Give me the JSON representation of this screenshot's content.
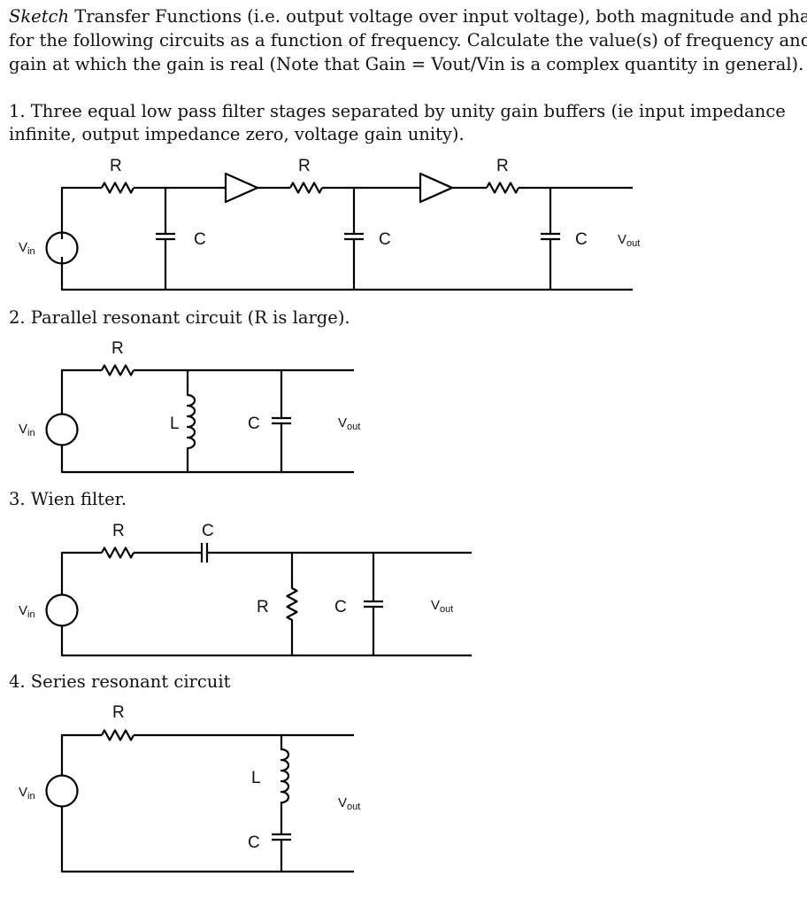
{
  "intro": {
    "emph": "Sketch",
    "line1_rest": " Transfer Functions (i.e. output voltage over input voltage), both magnitude and phase,",
    "line2": "for the following circuits as a function of frequency.  Calculate the value(s) of frequency and",
    "line3": "gain at which the gain is real (Note that Gain = Vout/Vin is a complex quantity in general)."
  },
  "problems": [
    {
      "title_line1": "1. Three equal low pass filter stages separated by unity gain buffers (ie input impedance",
      "title_line2": "infinite, output impedance zero, voltage gain unity)."
    },
    {
      "title_line1": "2. Parallel resonant circuit (R is large)."
    },
    {
      "title_line1": "3. Wien filter."
    },
    {
      "title_line1": "4. Series resonant circuit"
    }
  ],
  "labels": {
    "R": "R",
    "C": "C",
    "L": "L",
    "vin": {
      "main": "V",
      "sub": "in"
    },
    "vout": {
      "main": "V",
      "sub": "out"
    }
  }
}
